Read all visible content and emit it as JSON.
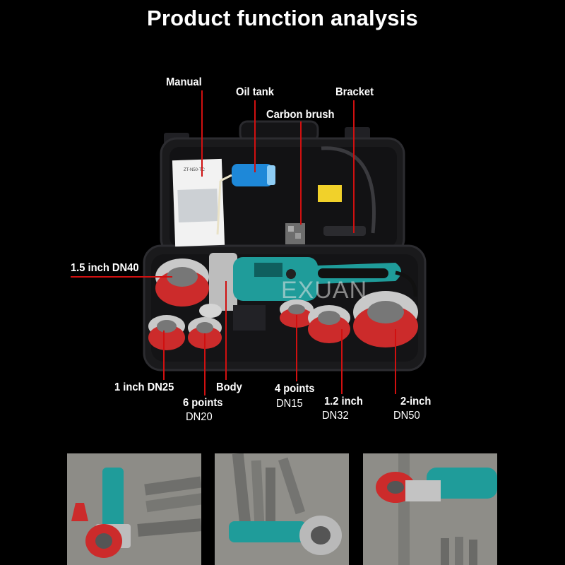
{
  "page": {
    "title": "Product function analysis"
  },
  "watermark": "EXUAN",
  "manual_card_text": "ZT-N50-TC",
  "labels": {
    "manual": "Manual",
    "oil_tank": "Oil tank",
    "carbon_brush": "Carbon brush",
    "bracket": "Bracket",
    "die_1_5_inch": "1.5 inch DN40",
    "die_1_inch": "1 inch DN25",
    "body": "Body",
    "die_6_points": "6 points",
    "die_6_points_dn": "DN20",
    "die_4_points": "4 points",
    "die_4_points_dn": "DN15",
    "die_1_2_inch": "1.2 inch",
    "die_1_2_inch_dn": "DN32",
    "die_2_inch": "2-inch",
    "die_2_inch_dn": "DN50"
  },
  "colors": {
    "pointer": "#d01010",
    "case": "#1a1a1c",
    "motor": "#1f9c9a",
    "die": "#cc2b2b",
    "oil_tank": "#1e88d8"
  }
}
